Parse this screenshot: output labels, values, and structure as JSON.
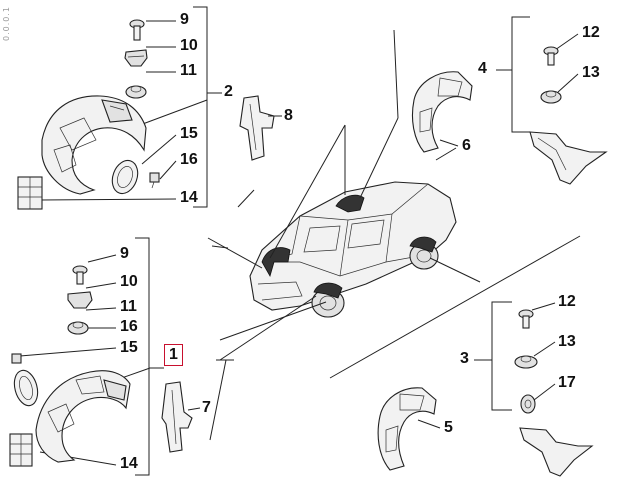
{
  "diagram": {
    "watermark": "0.0.0.1",
    "callouts": [
      {
        "id": "c9a",
        "text": "9"
      },
      {
        "id": "c10a",
        "text": "10"
      },
      {
        "id": "c11a",
        "text": "11"
      },
      {
        "id": "c2",
        "text": "2"
      },
      {
        "id": "c8",
        "text": "8"
      },
      {
        "id": "c15a",
        "text": "15"
      },
      {
        "id": "c16a",
        "text": "16"
      },
      {
        "id": "c14a",
        "text": "14"
      },
      {
        "id": "c12a",
        "text": "12"
      },
      {
        "id": "c4",
        "text": "4"
      },
      {
        "id": "c13a",
        "text": "13"
      },
      {
        "id": "c6",
        "text": "6"
      },
      {
        "id": "c9b",
        "text": "9"
      },
      {
        "id": "c10b",
        "text": "10"
      },
      {
        "id": "c11b",
        "text": "11"
      },
      {
        "id": "c16b",
        "text": "16"
      },
      {
        "id": "c15b",
        "text": "15"
      },
      {
        "id": "c1",
        "text": "1",
        "highlighted": true
      },
      {
        "id": "c7",
        "text": "7"
      },
      {
        "id": "c14b",
        "text": "14"
      },
      {
        "id": "c12b",
        "text": "12"
      },
      {
        "id": "c13b",
        "text": "13"
      },
      {
        "id": "c3",
        "text": "3"
      },
      {
        "id": "c17",
        "text": "17"
      },
      {
        "id": "c5",
        "text": "5"
      }
    ],
    "highlight_color": "#c8102e",
    "line_color": "#222222"
  }
}
